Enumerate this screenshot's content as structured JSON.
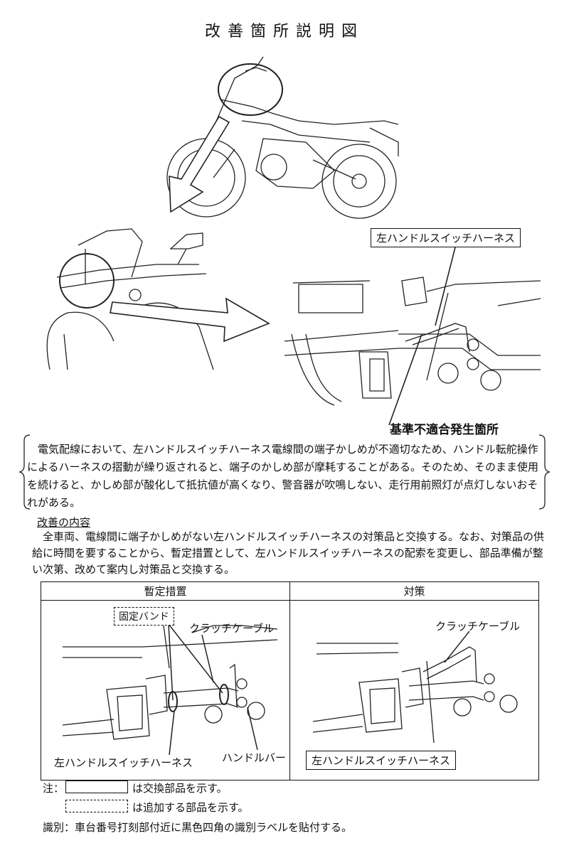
{
  "title": "改善箇所説明図",
  "labels": {
    "left_harness_top": "左ハンドルスイッチハーネス",
    "nonconformity_location": "基準不適合発生箇所",
    "fixing_band": "固定バンド",
    "clutch_cable_left": "クラッチケーブル",
    "clutch_cable_right": "クラッチケーブル",
    "left_harness_bottom_left": "左ハンドルスイッチハーネス",
    "handlebar": "ハンドルバー",
    "left_harness_bottom_right": "左ハンドルスイッチハーネス"
  },
  "notice": "電気配線において、左ハンドルスイッチハーネス電線間の端子かしめが不適切なため、ハンドル転舵操作によるハーネスの摺動が繰り返されると、端子のかしめ部が摩耗することがある。そのため、そのまま使用を続けると、かしめ部が酸化して抵抗値が高くなり、警音器が吹鳴しない、走行用前照灯が点灯しないおそれがある。",
  "improvement": {
    "heading": "改善の内容",
    "text": "全車両、電線間に端子かしめがない左ハンドルスイッチハーネスの対策品と交換する。なお、対策品の供給に時間を要することから、暫定措置として、左ハンドルスイッチハーネスの配索を変更し、部品準備が整い次第、改めて案内し対策品と交換する。"
  },
  "table": {
    "col_interim": "暫定措置",
    "col_countermeasure": "対策"
  },
  "notes": {
    "prefix": "注：",
    "solid_box": "は交換部品を示す。",
    "dashed_box": "は追加する部品を示す。",
    "identification": "識別：車台番号打刻部付近に黒色四角の識別ラベルを貼付する。"
  }
}
